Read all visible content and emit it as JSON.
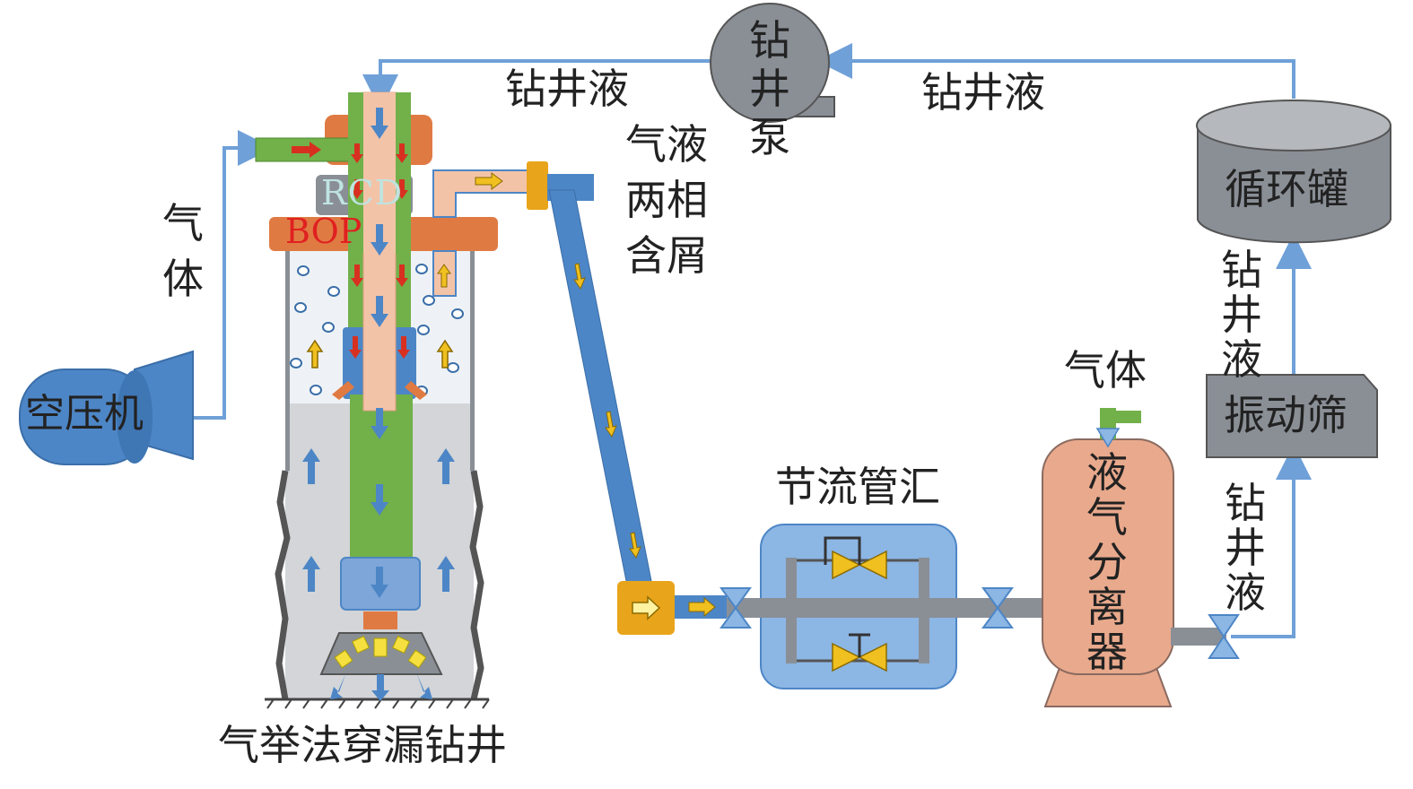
{
  "title": "气举法穿漏钻井",
  "labels": {
    "pump": "钻井\n泵",
    "fluid_left_top": "钻井液",
    "fluid_right_top": "钻井液",
    "gas_left": "气\n体",
    "compressor": "空压机",
    "two_phase": "气液\n两相\n含屑",
    "rcd": "RCD",
    "bop": "BOP",
    "choke_manifold": "节流管汇",
    "separator_gas": "气体",
    "separator": "液\n气\n分\n离\n器",
    "tank": "循环罐",
    "shaker": "振动筛",
    "fluid_tank_shaker": "钻\n井\n液",
    "fluid_sep_shaker": "钻\n井\n液"
  },
  "colors": {
    "pipe_blue": "#4d86c6",
    "line_blue": "#6fa0d8",
    "drill_green": "#72b04a",
    "flange_orange": "#e07a43",
    "inner_pink": "#f3c3a8",
    "separator_salmon": "#e9a98c",
    "yellow_arrow": "#f0c020",
    "gray_body": "#8a8f96",
    "annulus_gray": "#d3d5d8",
    "annulus_light": "#eef2f6"
  }
}
